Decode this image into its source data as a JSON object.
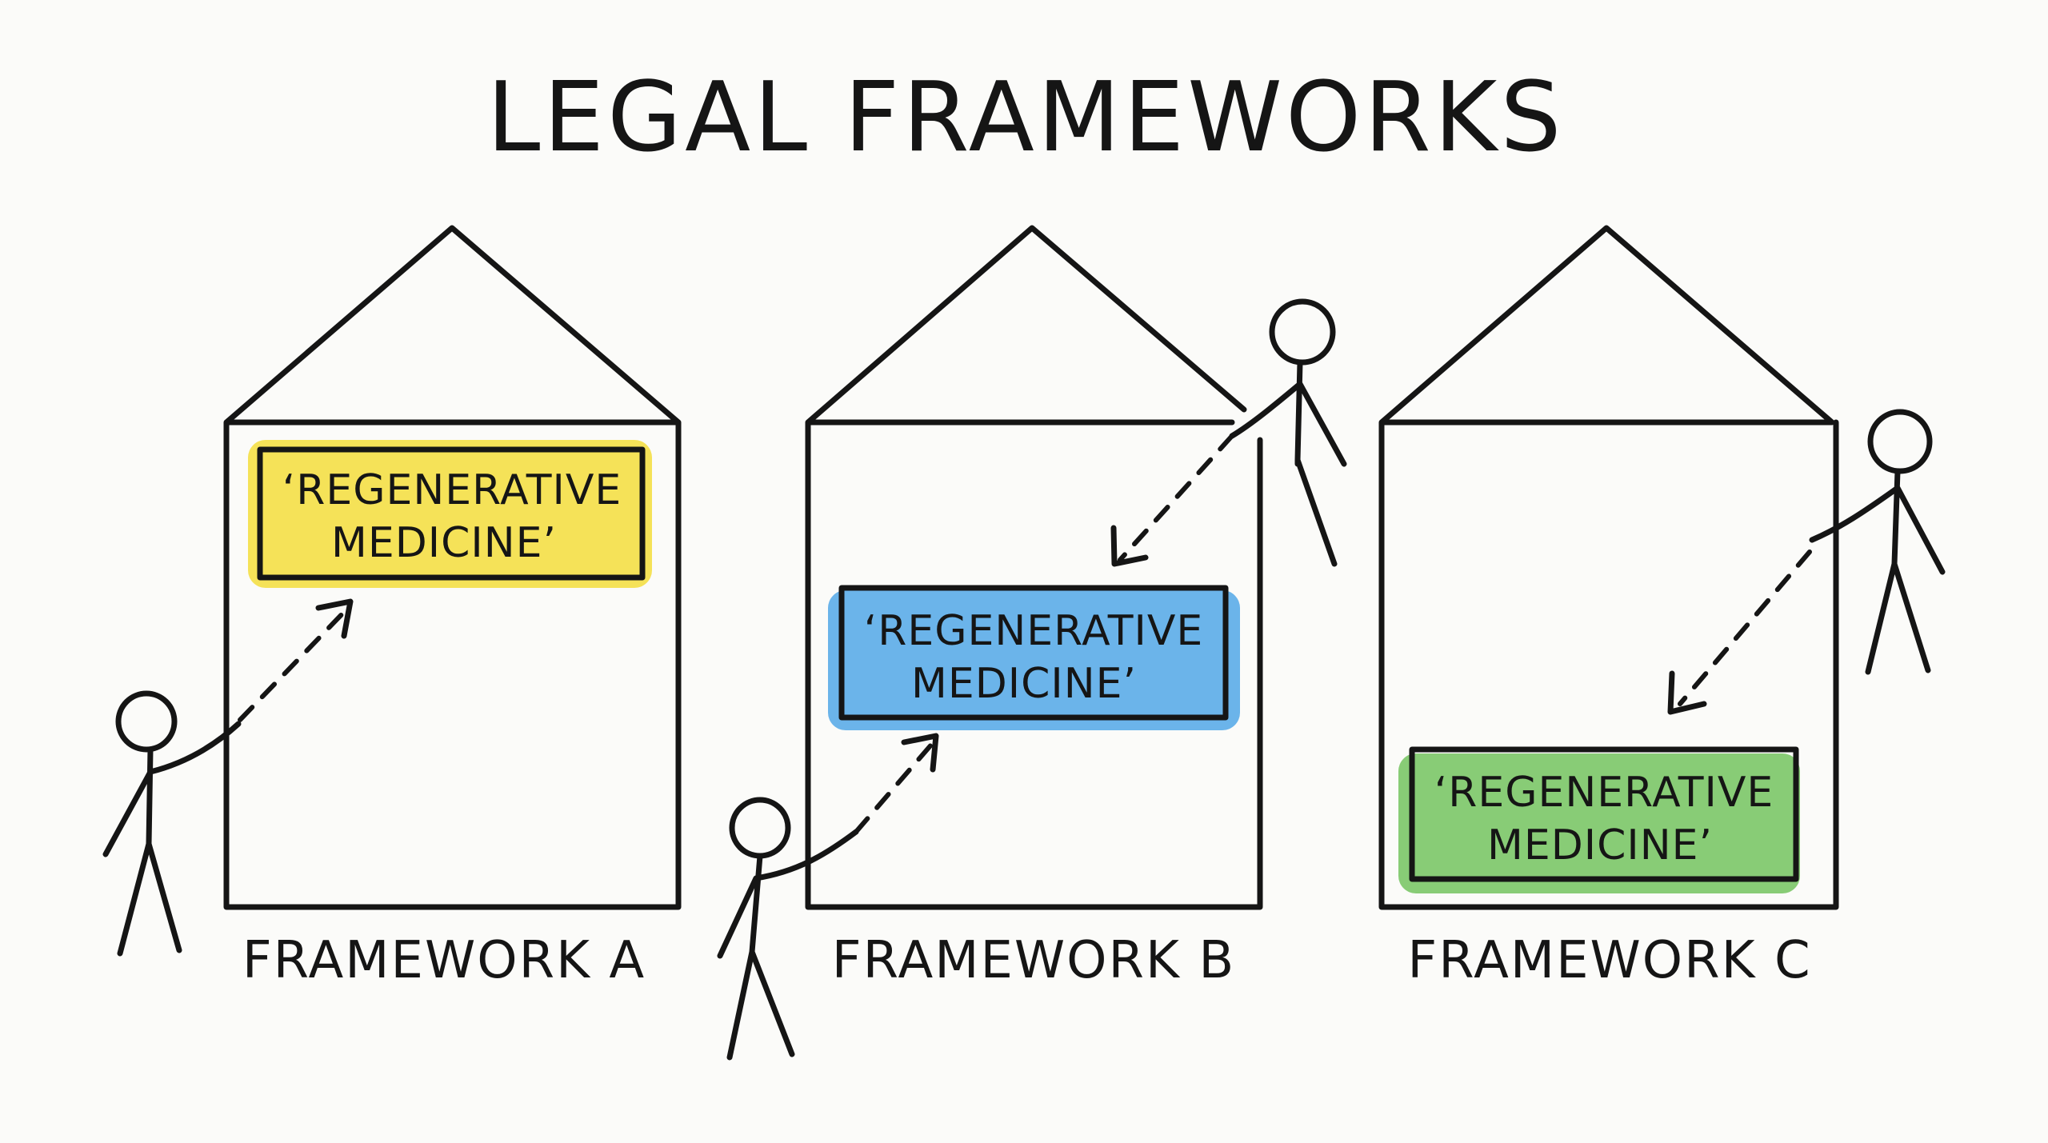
{
  "title": "LEGAL FRAMEWORKS",
  "frameworks": [
    {
      "caption": "FRAMEWORK A",
      "term_line1": "‘REGENERATIVE",
      "term_line2": "MEDICINE’",
      "highlight_color": "#f4e04a"
    },
    {
      "caption": "FRAMEWORK B",
      "term_line1": "‘REGENERATIVE",
      "term_line2": "MEDICINE’",
      "highlight_color": "#5eaee8"
    },
    {
      "caption": "FRAMEWORK C",
      "term_line1": "‘REGENERATIVE",
      "term_line2": "MEDICINE’",
      "highlight_color": "#7ec86a"
    }
  ],
  "colors": {
    "ink": "#151515",
    "background": "#fbfbf9"
  }
}
